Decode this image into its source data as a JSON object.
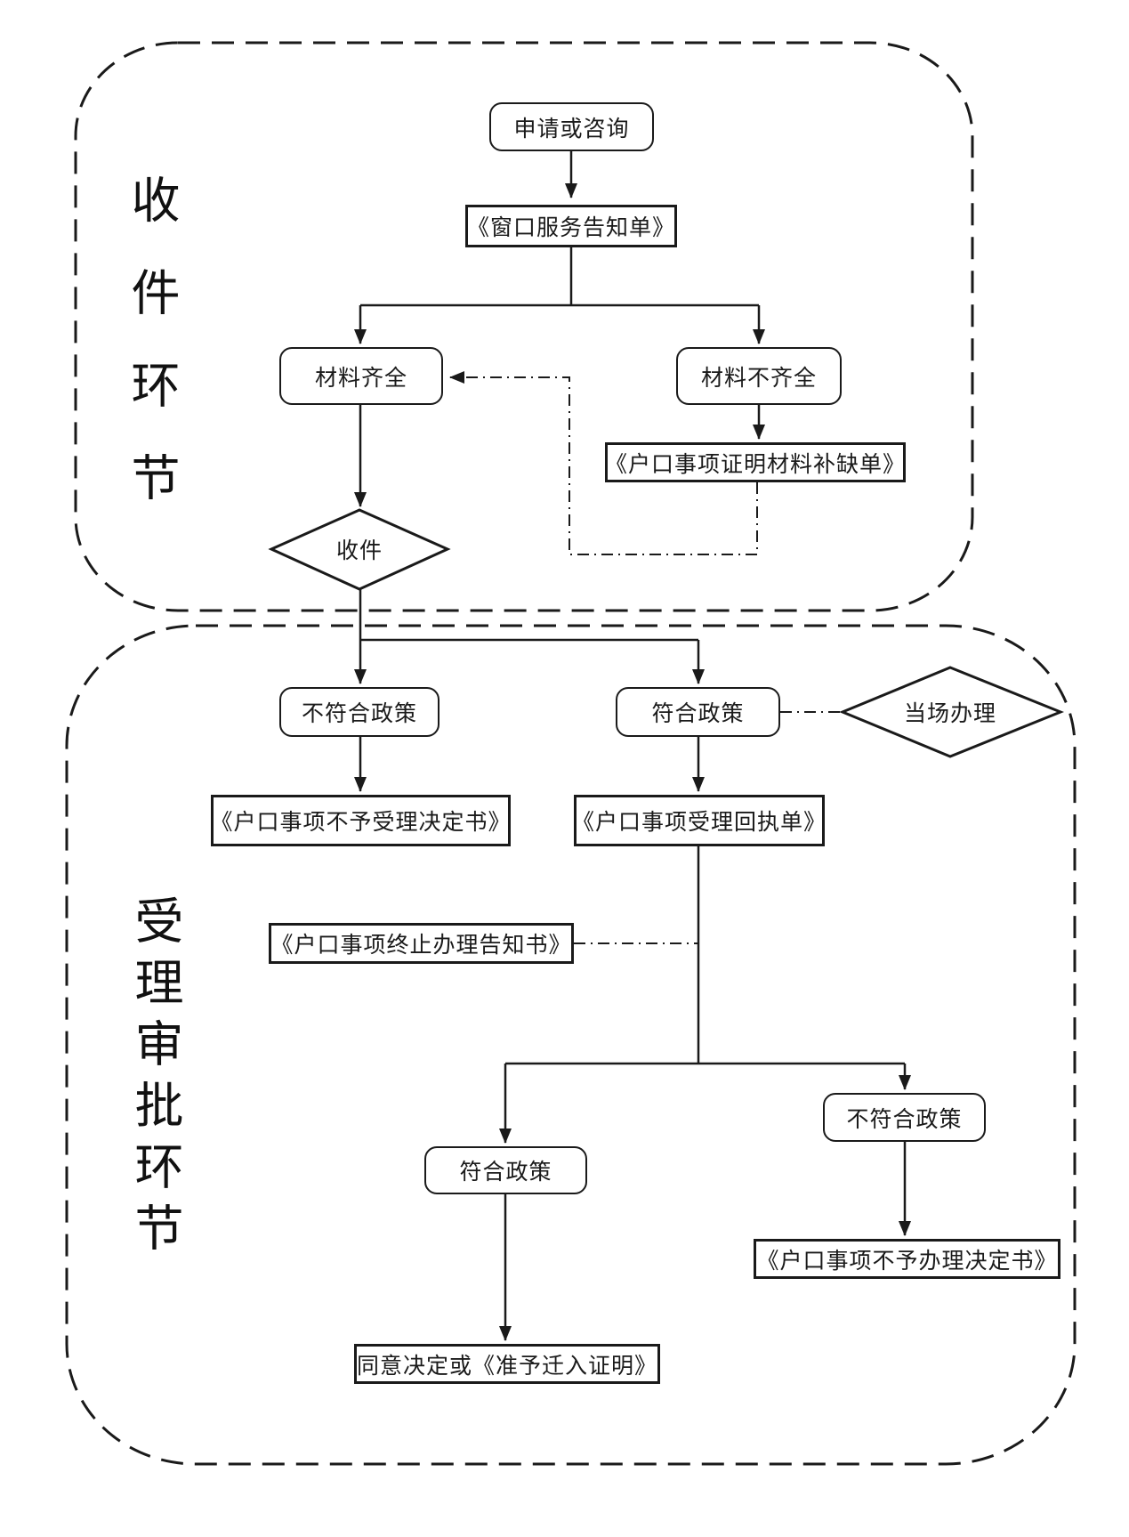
{
  "page": {
    "background": "#ffffff",
    "line_color": "#1a1a1a"
  },
  "stages": {
    "intake": {
      "label": "收件环节"
    },
    "review": {
      "label": "受理审批环节"
    }
  },
  "nodes": {
    "apply": {
      "label": "申请或咨询",
      "shape": "rounded"
    },
    "notice": {
      "label": "《窗口服务告知单》",
      "shape": "rect"
    },
    "complete": {
      "label": "材料齐全",
      "shape": "rounded"
    },
    "incomplete": {
      "label": "材料不齐全",
      "shape": "rounded"
    },
    "supplement": {
      "label": "《户口事项证明材料补缺单》",
      "shape": "rect"
    },
    "receive": {
      "label": "收件",
      "shape": "diamond"
    },
    "not_conform_1": {
      "label": "不符合政策",
      "shape": "rounded"
    },
    "conform_1": {
      "label": "符合政策",
      "shape": "rounded"
    },
    "onsite": {
      "label": "当场办理",
      "shape": "diamond"
    },
    "reject_accept": {
      "label": "《户口事项不予受理决定书》",
      "shape": "rect"
    },
    "receipt": {
      "label": "《户口事项受理回执单》",
      "shape": "rect"
    },
    "terminate": {
      "label": "《户口事项终止办理告知书》",
      "shape": "rect"
    },
    "conform_2": {
      "label": "符合政策",
      "shape": "rounded"
    },
    "not_conform_2": {
      "label": "不符合政策",
      "shape": "rounded"
    },
    "reject_handle": {
      "label": "《户口事项不予办理决定书》",
      "shape": "rect"
    },
    "approve": {
      "label": "同意决定或《准予迁入证明》",
      "shape": "rect"
    }
  }
}
